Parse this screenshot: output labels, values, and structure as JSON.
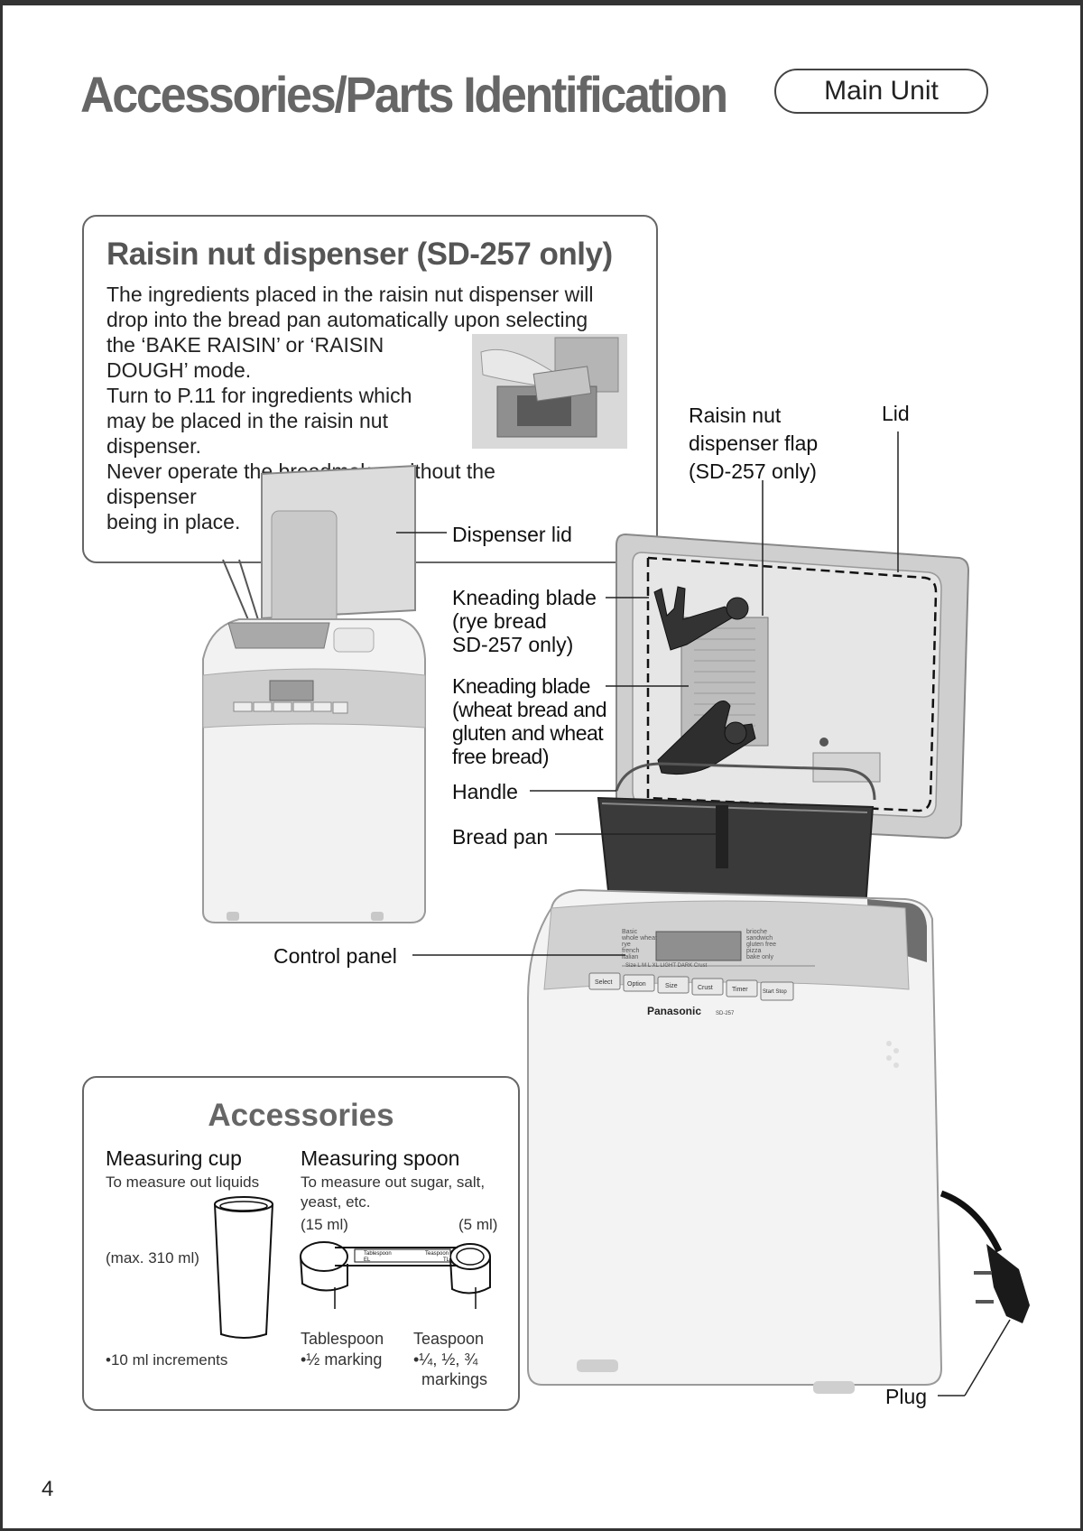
{
  "header": {
    "title": "Accessories/Parts Identification",
    "badge": "Main Unit"
  },
  "raisin_section": {
    "title": "Raisin nut dispenser (SD-257 only)",
    "lines": [
      "The ingredients placed in the raisin nut dispenser will",
      "drop into the bread pan automatically upon selecting",
      "the ‘BAKE RAISIN’ or ‘RAISIN",
      "DOUGH’ mode.",
      "Turn to P.11 for ingredients which",
      "may be placed in the raisin nut",
      "dispenser.",
      "Never operate the breadmaker without the",
      "dispenser",
      "being in place."
    ]
  },
  "labels": {
    "dispenser_lid": "Dispenser lid",
    "raisin_flap": [
      "Raisin nut",
      "dispenser flap",
      "(SD-257 only)"
    ],
    "lid": "Lid",
    "kneading_rye": [
      "Kneading blade",
      "(rye bread",
      "SD-257 only)"
    ],
    "kneading_wheat": [
      "Kneading blade",
      "(wheat bread and",
      "gluten and wheat",
      "free bread)"
    ],
    "handle": "Handle",
    "bread_pan": "Bread pan",
    "control_panel": "Control panel",
    "plug": "Plug"
  },
  "panel": {
    "brand": "Panasonic",
    "model": "SD-257",
    "buttons": [
      "Select",
      "Option",
      "Size",
      "Crust",
      "Timer",
      "Start Stop"
    ],
    "menu_left": [
      "Basic",
      "whole wheat",
      "rye",
      "french",
      "italian"
    ],
    "menu_right": [
      "brioche",
      "sandwich",
      "gluten free",
      "pizza",
      "bake only"
    ],
    "size_row": "Size  L  M  L  XL   LIGHT  DARK  Crust"
  },
  "accessories": {
    "title": "Accessories",
    "cup": {
      "name": "Measuring cup",
      "desc": "To measure out liquids",
      "max": "(max. 310 ml)",
      "increments": "•10 ml increments"
    },
    "spoon": {
      "name": "Measuring spoon",
      "desc": [
        "To measure out sugar, salt,",
        "yeast, etc."
      ],
      "tbsp_volume": "(15 ml)",
      "tsp_volume": "(5 ml)",
      "tbsp_name": "Tablespoon",
      "tbsp_marking": "•½ marking",
      "tsp_name": "Teaspoon",
      "tsp_marking": [
        "•¼, ½, ¾",
        "markings"
      ],
      "imprint_tbsp": [
        "Tablespoon",
        "EL"
      ],
      "imprint_tsp": [
        "Teaspoon",
        "TL"
      ]
    }
  },
  "footer": {
    "page_number": "4"
  },
  "colors": {
    "heading_grey": "#666666",
    "frame": "#333333"
  }
}
